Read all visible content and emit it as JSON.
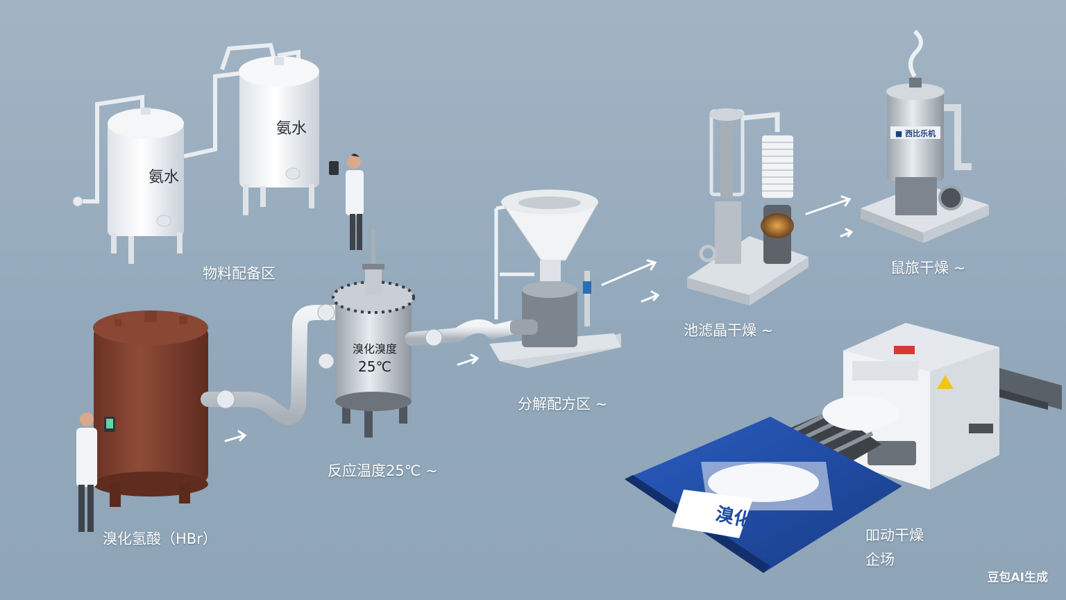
{
  "tanks": {
    "ammonia_left": "氨水",
    "ammonia_right": "氨水",
    "reactor_line1": "溴化溴度",
    "reactor_line2": "25℃",
    "dryer_sign": "■ 西比乐机",
    "bag_label": "溴化铵"
  },
  "labels": {
    "raw_material_area": "物料配备区",
    "hbr": "溴化氢酸（HBr）",
    "reaction_temp": "反应温度25℃ ~",
    "separation_area": "分解配方区 ~",
    "crystal_dry": "池滤晶干燥 ~",
    "air_dry": "鼠旅干燥 ~",
    "vibration_dry_line1": "吅动干燥",
    "vibration_dry_line2": "企场"
  },
  "watermark": "豆包AI生成",
  "colors": {
    "background": "#97acbe",
    "hbr_tank": "#7a3f2e",
    "bag": "#1f4fa8",
    "steel": "#b9bfc6"
  }
}
